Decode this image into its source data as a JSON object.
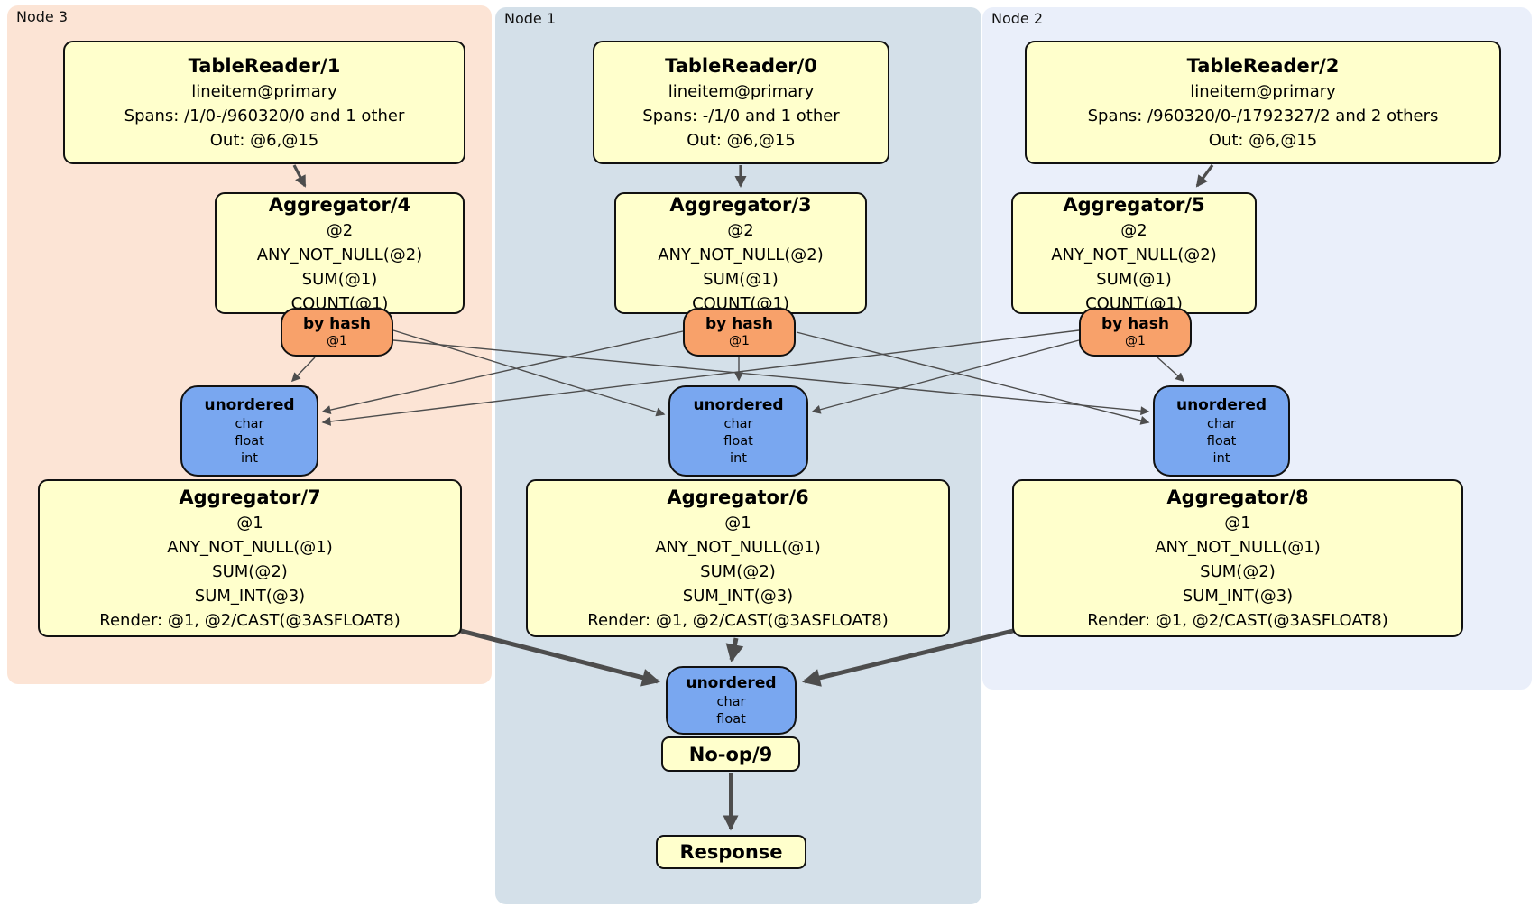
{
  "node3": {
    "label": "Node 3",
    "table_reader": {
      "title": "TableReader/1",
      "lines": [
        "lineitem@primary",
        "Spans: /1/0-/960320/0 and 1 other",
        "Out: @6,@15"
      ]
    },
    "aggregator_top": {
      "title": "Aggregator/4",
      "lines": [
        "@2",
        "ANY_NOT_NULL(@2)",
        "SUM(@1)",
        "COUNT(@1)"
      ]
    },
    "hash_router": {
      "title": "by hash",
      "lines": [
        "@1"
      ]
    },
    "sync": {
      "title": "unordered",
      "lines": [
        "char",
        "float",
        "int"
      ]
    },
    "aggregator_bottom": {
      "title": "Aggregator/7",
      "lines": [
        "@1",
        "ANY_NOT_NULL(@1)",
        "SUM(@2)",
        "SUM_INT(@3)",
        "Render: @1, @2/CAST(@3ASFLOAT8)"
      ]
    }
  },
  "node1": {
    "label": "Node 1",
    "table_reader": {
      "title": "TableReader/0",
      "lines": [
        "lineitem@primary",
        "Spans: -/1/0 and 1 other",
        "Out: @6,@15"
      ]
    },
    "aggregator_top": {
      "title": "Aggregator/3",
      "lines": [
        "@2",
        "ANY_NOT_NULL(@2)",
        "SUM(@1)",
        "COUNT(@1)"
      ]
    },
    "hash_router": {
      "title": "by hash",
      "lines": [
        "@1"
      ]
    },
    "sync": {
      "title": "unordered",
      "lines": [
        "char",
        "float",
        "int"
      ]
    },
    "aggregator_bottom": {
      "title": "Aggregator/6",
      "lines": [
        "@1",
        "ANY_NOT_NULL(@1)",
        "SUM(@2)",
        "SUM_INT(@3)",
        "Render: @1, @2/CAST(@3ASFLOAT8)"
      ]
    }
  },
  "node2": {
    "label": "Node 2",
    "table_reader": {
      "title": "TableReader/2",
      "lines": [
        "lineitem@primary",
        "Spans: /960320/0-/1792327/2 and 2 others",
        "Out: @6,@15"
      ]
    },
    "aggregator_top": {
      "title": "Aggregator/5",
      "lines": [
        "@2",
        "ANY_NOT_NULL(@2)",
        "SUM(@1)",
        "COUNT(@1)"
      ]
    },
    "hash_router": {
      "title": "by hash",
      "lines": [
        "@1"
      ]
    },
    "sync": {
      "title": "unordered",
      "lines": [
        "char",
        "float",
        "int"
      ]
    },
    "aggregator_bottom": {
      "title": "Aggregator/8",
      "lines": [
        "@1",
        "ANY_NOT_NULL(@1)",
        "SUM(@2)",
        "SUM_INT(@3)",
        "Render: @1, @2/CAST(@3ASFLOAT8)"
      ]
    }
  },
  "final": {
    "sync": {
      "title": "unordered",
      "lines": [
        "char",
        "float"
      ]
    },
    "noop": {
      "title": "No-op/9"
    },
    "response": {
      "title": "Response"
    }
  },
  "colors": {
    "canvas_bg": "#ffffff",
    "region_node3_bg": "#fce4d5",
    "region_node1_bg": "#d4e0e9",
    "region_node2_bg": "#eaeffa",
    "operator_box_bg": "#ffffcc",
    "hash_router_bg": "#f8a16a",
    "sync_box_bg": "#79a7f0",
    "box_border": "#111111",
    "edge_color": "#4d4d4d",
    "text_color": "#000000"
  }
}
